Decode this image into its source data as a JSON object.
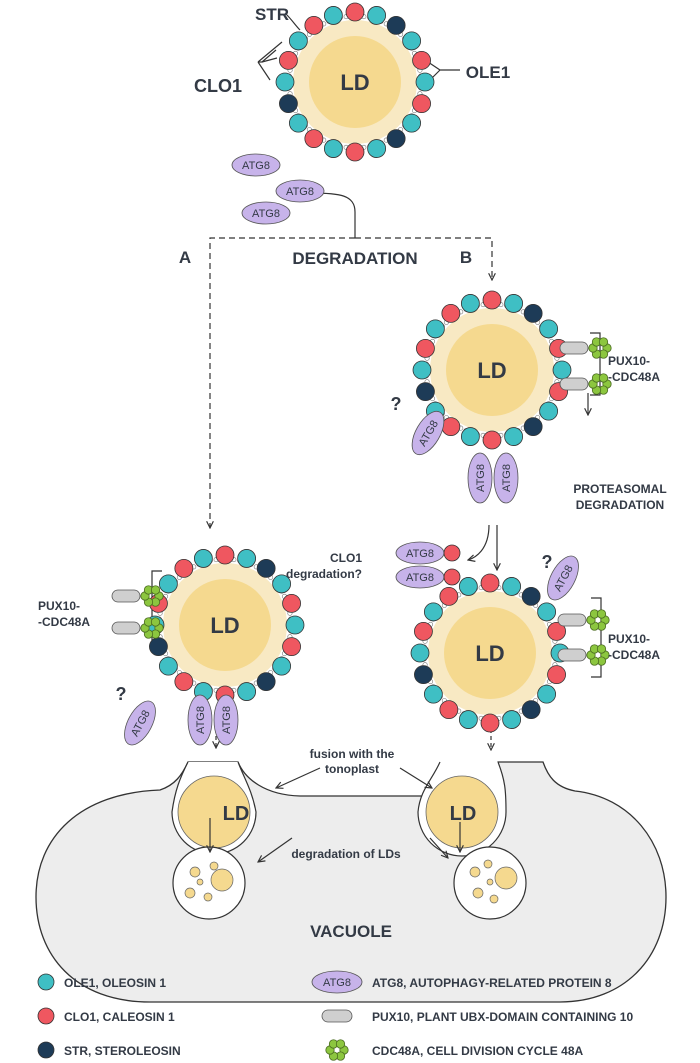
{
  "top": {
    "core": "LD",
    "str": "STR",
    "clo1": "CLO1",
    "ole1": "OLE1",
    "atg8": "ATG8"
  },
  "center": {
    "degradation": "DEGRADATION",
    "pathway_a": "A",
    "pathway_b": "B"
  },
  "right": {
    "core": "LD",
    "question": "?",
    "pux_top": "PUX10-",
    "pux_bottom": "-CDC48A",
    "proteasomal_1": "PROTEASOMAL",
    "proteasomal_2": "DEGRADATION",
    "clo1_deg_1": "CLO1",
    "clo1_deg_2": "degradation?",
    "atg8": "ATG8"
  },
  "left": {
    "core": "LD",
    "question": "?",
    "pux_top": "PUX10-",
    "pux_bottom": "-CDC48A",
    "atg8": "ATG8"
  },
  "lower_right": {
    "core": "LD",
    "question": "?",
    "pux_top": "PUX10-",
    "pux_bottom": "-CDC48A",
    "atg8": "ATG8"
  },
  "vacuole": {
    "fusion_1": "fusion with the",
    "fusion_2": "tonoplast",
    "degradation_lds": "degradation of LDs",
    "label": "VACUOLE",
    "inner_ld_left": "LD",
    "inner_ld_right": "LD"
  },
  "legend": {
    "ole1": "OLE1, OLEOSIN 1",
    "clo1": "CLO1, CALEOSIN 1",
    "str": "STR, STEROLEOSIN",
    "atg8_badge": "ATG8",
    "atg8": "ATG8, AUTOPHAGY-RELATED PROTEIN 8",
    "pux10": "PUX10, PLANT UBX-DOMAIN CONTAINING 10",
    "cdc48a": "CDC48A, CELL DIVISION CYCLE 48A"
  },
  "colors": {
    "ole1": "#3fbfc4",
    "clo1": "#ef5760",
    "str": "#1d3b57",
    "atg8": "#c7b3ea",
    "cdc48a": "#8cc63f",
    "ld_core": "#f5d98f",
    "ld_halo": "#f8e9c3",
    "vacuole": "#ededed"
  }
}
